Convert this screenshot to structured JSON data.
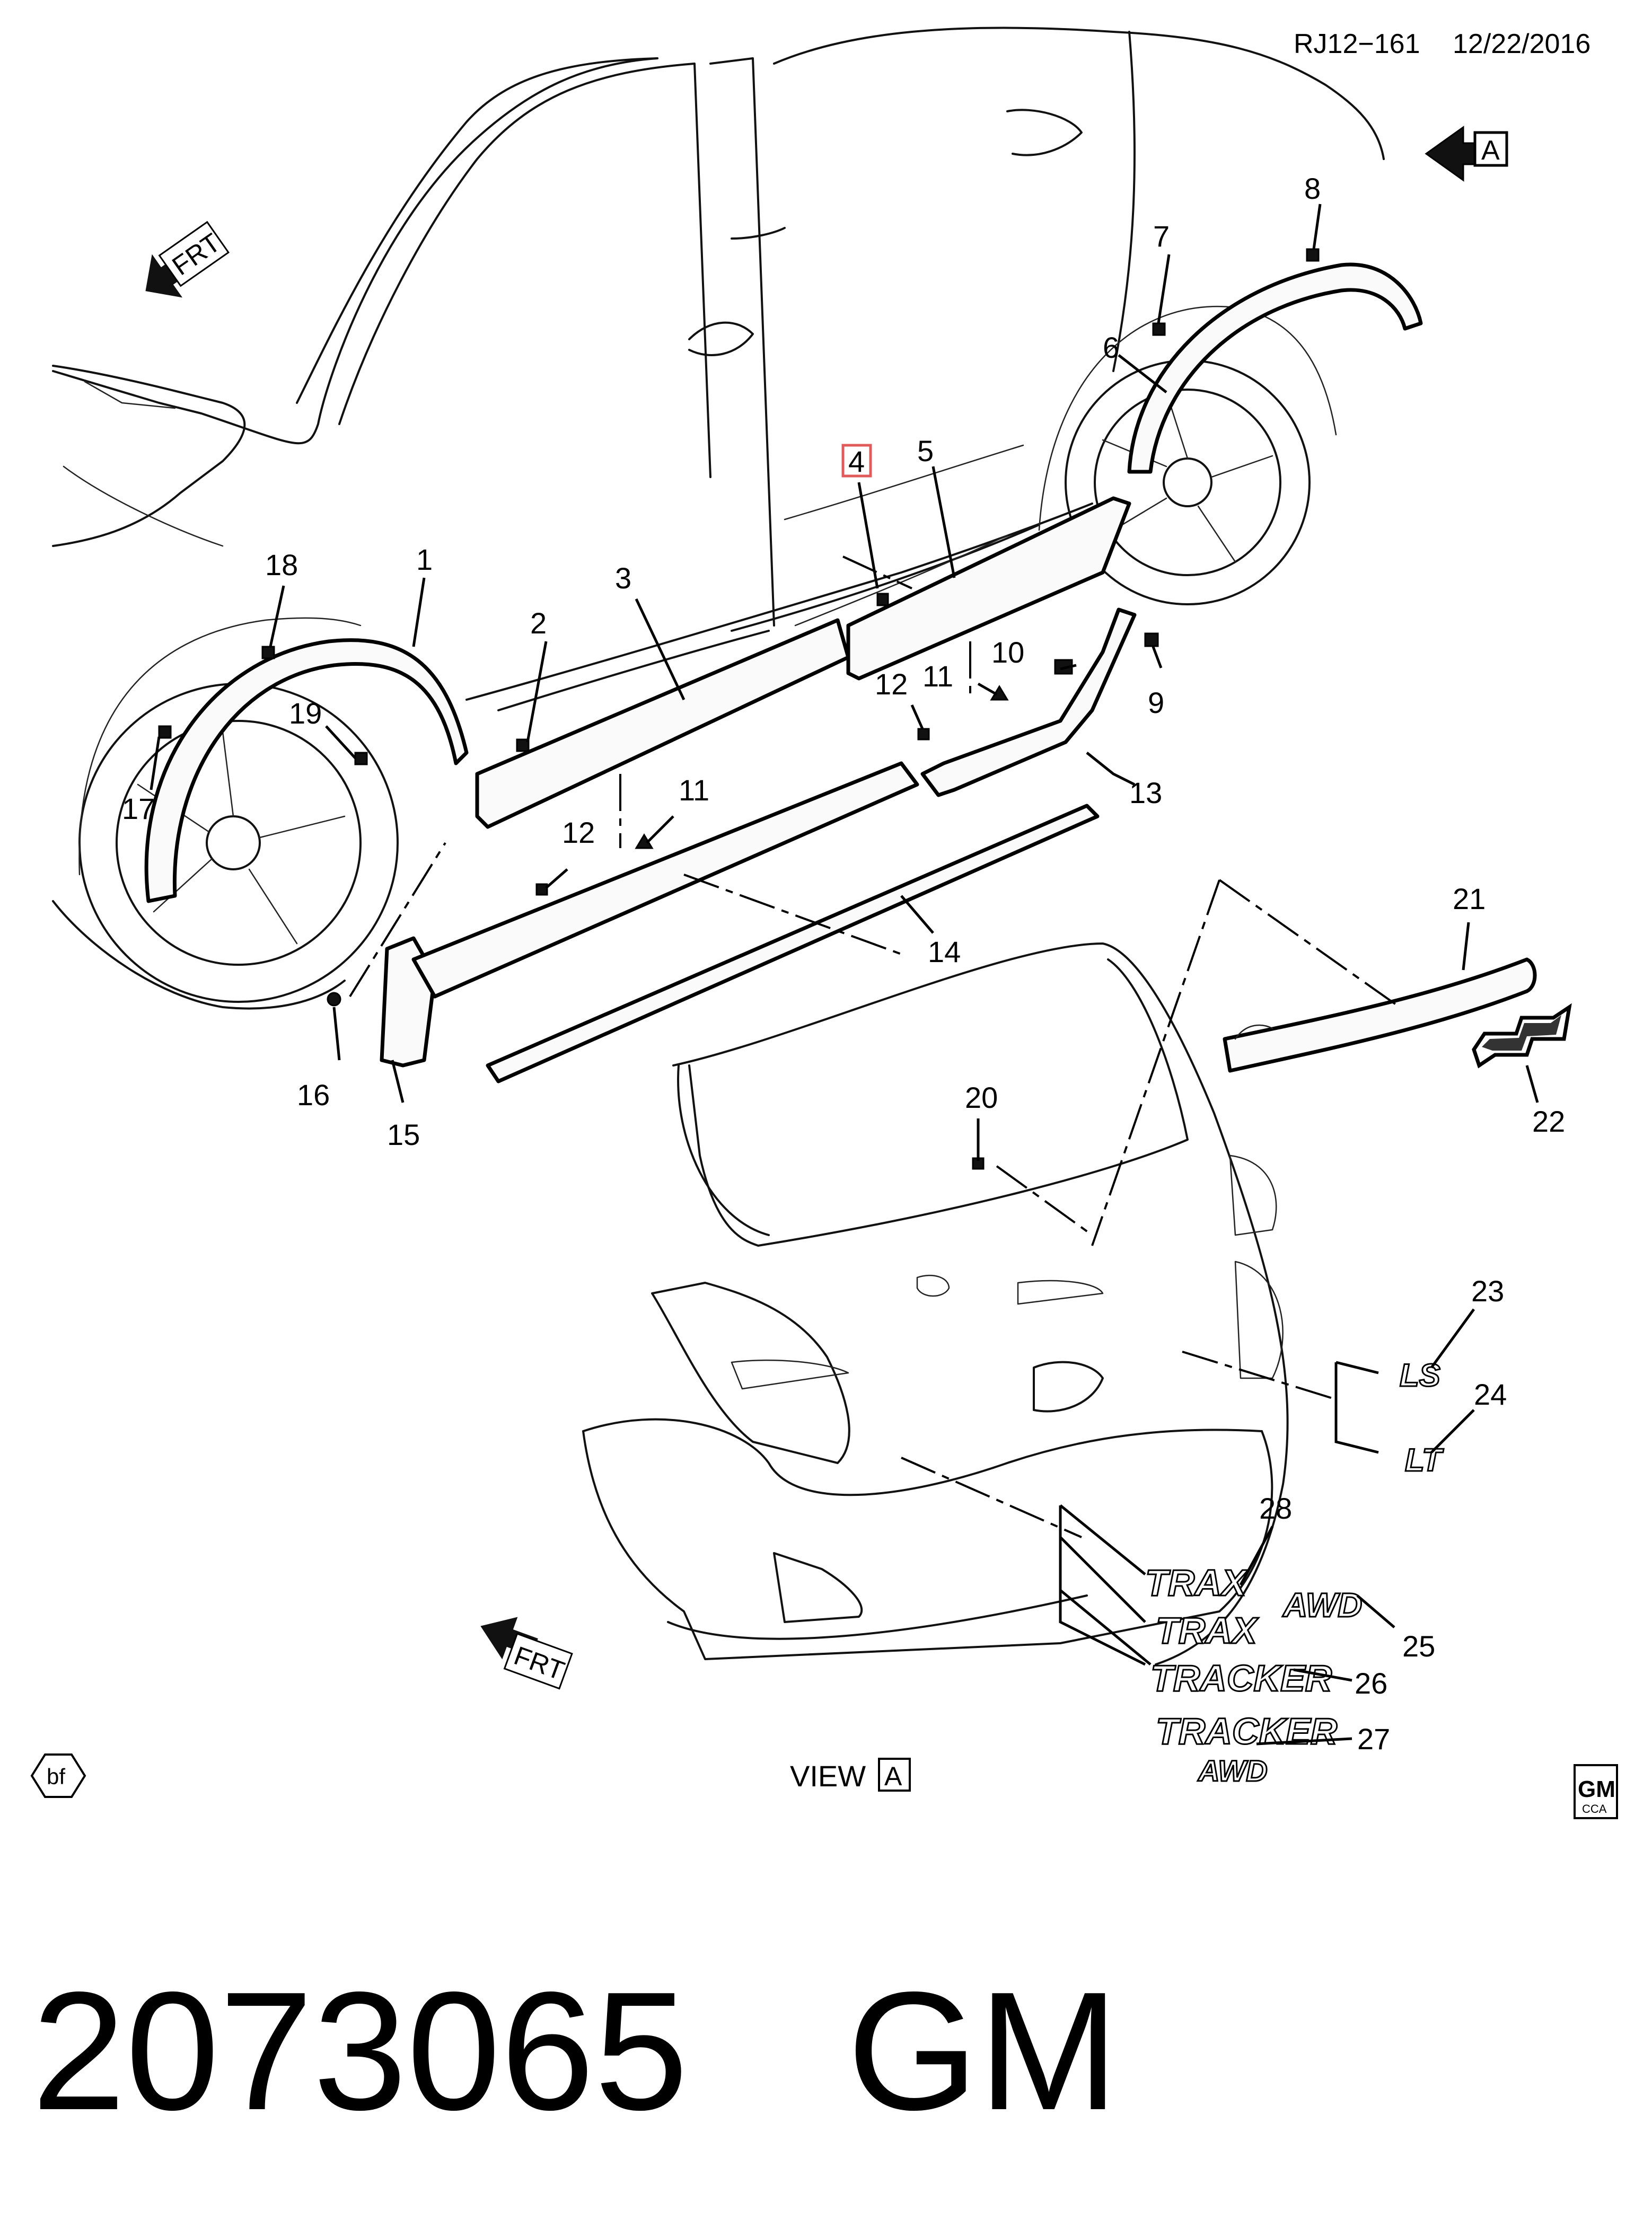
{
  "header": {
    "diagram_code": "RJ12−161",
    "date": "12/22/2016"
  },
  "view_marker": {
    "letter": "A"
  },
  "direction_labels": {
    "front_upper": "FRT",
    "front_lower": "FRT"
  },
  "callouts": [
    {
      "id": "c1",
      "label": "1"
    },
    {
      "id": "c2",
      "label": "2"
    },
    {
      "id": "c3",
      "label": "3"
    },
    {
      "id": "c4",
      "label": "4"
    },
    {
      "id": "c5",
      "label": "5"
    },
    {
      "id": "c6",
      "label": "6"
    },
    {
      "id": "c7",
      "label": "7"
    },
    {
      "id": "c8",
      "label": "8"
    },
    {
      "id": "c9",
      "label": "9"
    },
    {
      "id": "c10",
      "label": "10"
    },
    {
      "id": "c11a",
      "label": "11"
    },
    {
      "id": "c11b",
      "label": "11"
    },
    {
      "id": "c12a",
      "label": "12"
    },
    {
      "id": "c12b",
      "label": "12"
    },
    {
      "id": "c13",
      "label": "13"
    },
    {
      "id": "c14",
      "label": "14"
    },
    {
      "id": "c15",
      "label": "15"
    },
    {
      "id": "c16",
      "label": "16"
    },
    {
      "id": "c17",
      "label": "17"
    },
    {
      "id": "c18",
      "label": "18"
    },
    {
      "id": "c19",
      "label": "19"
    },
    {
      "id": "c20",
      "label": "20"
    },
    {
      "id": "c21",
      "label": "21"
    },
    {
      "id": "c22",
      "label": "22"
    },
    {
      "id": "c23",
      "label": "23"
    },
    {
      "id": "c24",
      "label": "24"
    },
    {
      "id": "c25",
      "label": "25"
    },
    {
      "id": "c26",
      "label": "26"
    },
    {
      "id": "c27",
      "label": "27"
    },
    {
      "id": "c28",
      "label": "28"
    }
  ],
  "emblems": {
    "ls": "LS",
    "lt": "LT",
    "trax": "TRAX",
    "trax_awd_word": "TRAX",
    "awd_25": "AWD",
    "tracker_26": "TRACKER",
    "tracker_27": "TRACKER",
    "awd_27": "AWD"
  },
  "view_label": {
    "text": "VIEW",
    "letter": "A"
  },
  "bf_mark": "bf",
  "gm_logo": {
    "main": "GM",
    "sub": "CCA"
  },
  "footer": {
    "part_number": "2073065",
    "brand": "GM"
  },
  "colors": {
    "ink": "#000000",
    "highlight_box": "#e05a5a",
    "background": "#ffffff"
  }
}
